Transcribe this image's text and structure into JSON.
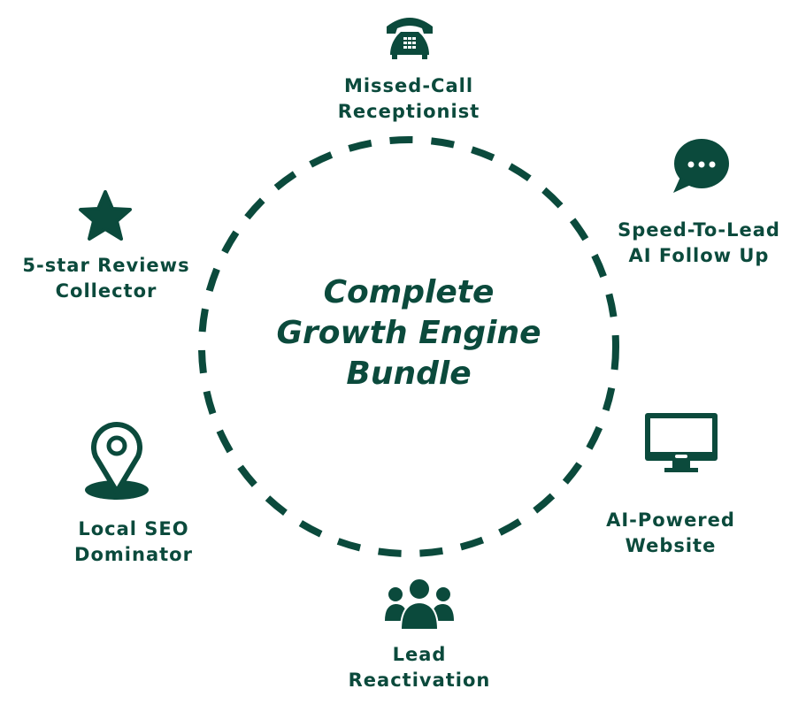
{
  "center": {
    "lines": [
      "Complete",
      "Growth Engine",
      "Bundle"
    ]
  },
  "accent_color": "#0b4a3c",
  "nodes": [
    {
      "icon": "telephone-icon",
      "lines": [
        "Missed-Call",
        "Receptionist"
      ]
    },
    {
      "icon": "chat-bubble-icon",
      "lines": [
        "Speed-To-Lead",
        "AI Follow Up"
      ]
    },
    {
      "icon": "monitor-icon",
      "lines": [
        "AI-Powered",
        "Website"
      ]
    },
    {
      "icon": "people-icon",
      "lines": [
        "Lead",
        "Reactivation"
      ]
    },
    {
      "icon": "location-pin-icon",
      "lines": [
        "Local SEO",
        "Dominator"
      ]
    },
    {
      "icon": "star-icon",
      "lines": [
        "5-star Reviews",
        "Collector"
      ]
    }
  ]
}
